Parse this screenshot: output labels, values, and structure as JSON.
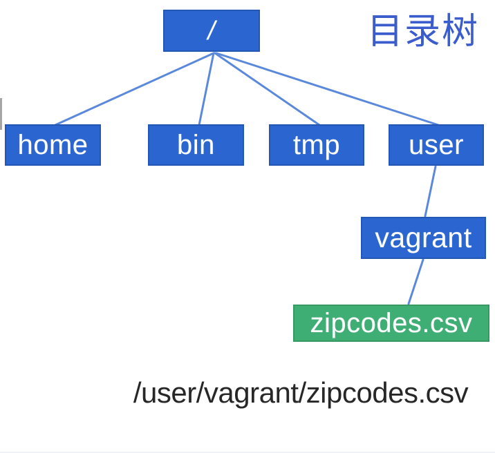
{
  "diagram": {
    "title": "目录树",
    "caption": "/user/vagrant/zipcodes.csv",
    "tree": {
      "root": {
        "label": "/",
        "type": "directory"
      },
      "children": [
        {
          "label": "home",
          "type": "directory"
        },
        {
          "label": "bin",
          "type": "directory"
        },
        {
          "label": "tmp",
          "type": "directory"
        },
        {
          "label": "user",
          "type": "directory"
        }
      ],
      "user_child": {
        "label": "vagrant",
        "type": "directory",
        "parent": "user"
      },
      "vagrant_child": {
        "label": "zipcodes.csv",
        "type": "file",
        "parent": "vagrant"
      }
    },
    "edges": [
      [
        "/",
        "home"
      ],
      [
        "/",
        "bin"
      ],
      [
        "/",
        "tmp"
      ],
      [
        "/",
        "user"
      ],
      [
        "user",
        "vagrant"
      ],
      [
        "vagrant",
        "zipcodes.csv"
      ]
    ],
    "colors": {
      "directory_fill": "#2b66d0",
      "directory_border": "#2457b4",
      "file_fill": "#3fae75",
      "file_border": "#36995f",
      "edge_line": "#4d7ed8",
      "title_text": "#3b5ccc",
      "node_text": "#fdfdfd",
      "caption_text": "#272727",
      "background": "#ffffff"
    }
  }
}
